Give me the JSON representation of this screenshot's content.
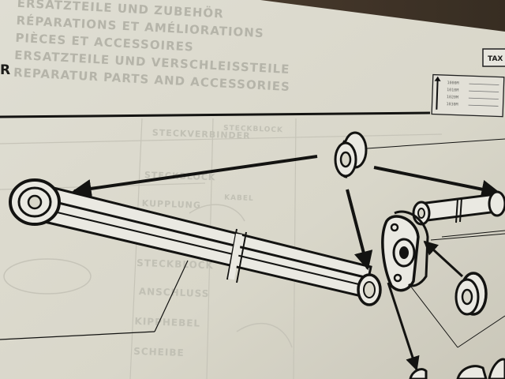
{
  "header_lines": [
    "ERSATZTEILE UND ZUBEHÖR",
    "RÉPARATIONS ET AMÉLIORATIONS",
    "PIÈCES ET ACCESSOIRES",
    "ERSATZTEILE UND VERSCHLEISSTEILE",
    "REPARATUR PARTS AND ACCESSORIES"
  ],
  "page_letter": "R",
  "tag_label": "TAX",
  "legend_codes": [
    "1000M",
    "1010M",
    "1020M",
    "1030M"
  ],
  "ghost_labels": [
    "STECKVERBINDER",
    "STECKBLOCK",
    "KABEL",
    "STECKBLOCK",
    "STECKBLOCK",
    "ANSCHLUSS",
    "KUPPLUNG",
    "KIPPHEBEL",
    "SCHEIBE"
  ],
  "colors": {
    "paper": "#e6e4d8",
    "ink": "#141412",
    "background_wood": "#4a3f33",
    "faint_print": "#c9c8bc"
  }
}
